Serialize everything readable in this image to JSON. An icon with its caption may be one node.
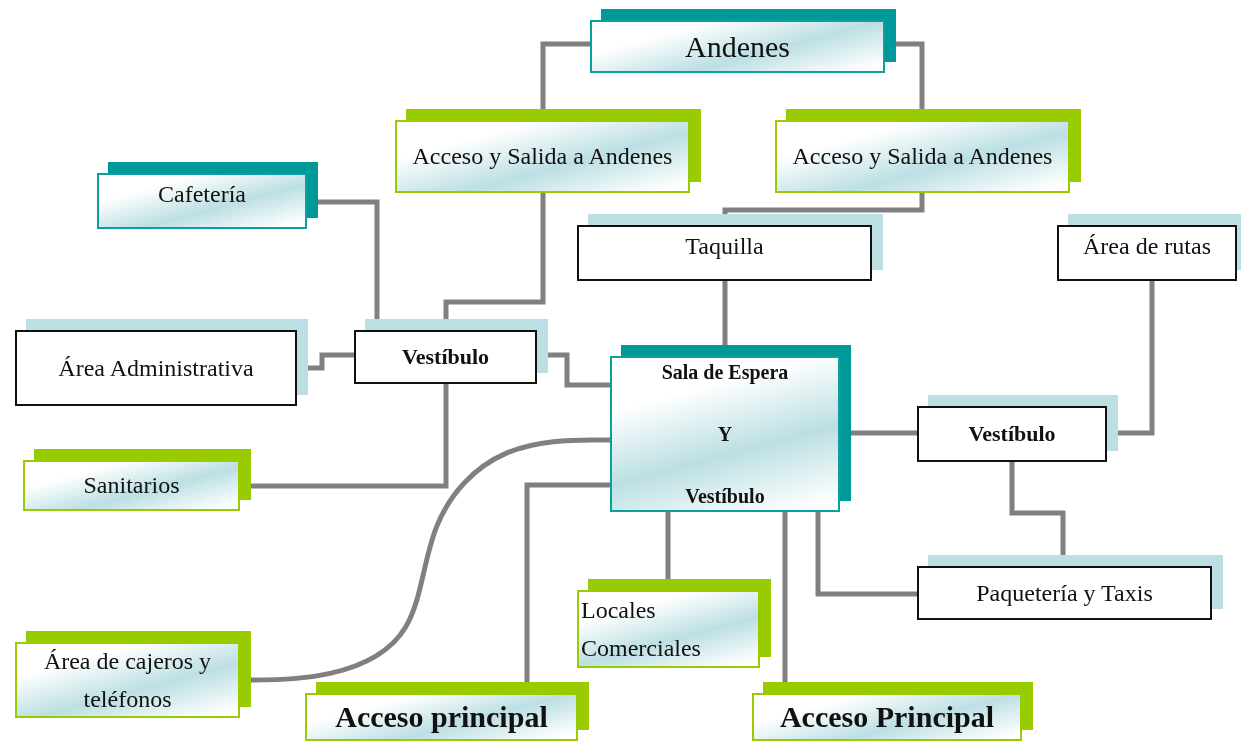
{
  "diagram": {
    "nodes": [
      {
        "text": [
          "Andenes"
        ]
      },
      {
        "text": [
          "Acceso y Salida a Andenes"
        ]
      },
      {
        "text": [
          "Acceso y Salida a Andenes"
        ]
      },
      {
        "text": [
          "Cafetería"
        ]
      },
      {
        "text": [
          "Taquilla"
        ]
      },
      {
        "text": [
          "Área de rutas"
        ]
      },
      {
        "text": [
          "Área Administrativa"
        ]
      },
      {
        "text": [
          "Vestíbulo"
        ]
      },
      {
        "text": [
          "Sala de Espera",
          "Y",
          "Vestíbulo"
        ]
      },
      {
        "text": [
          "Vestíbulo"
        ]
      },
      {
        "text": [
          "Sanitarios"
        ]
      },
      {
        "text": [
          "Locales Comerciales"
        ]
      },
      {
        "text": [
          "Paquetería y Taxis"
        ]
      },
      {
        "text": [
          "Área de cajeros y teléfonos"
        ]
      },
      {
        "text": [
          "Acceso principal"
        ]
      },
      {
        "text": [
          "Acceso Principal"
        ]
      }
    ],
    "edges": [
      {
        "from": 0,
        "to": 1,
        "arrow": "none"
      },
      {
        "from": 0,
        "to": 2,
        "arrow": "none"
      },
      {
        "from": 3,
        "to": 7,
        "arrow": "none"
      },
      {
        "from": 1,
        "to": 7,
        "arrow": "none"
      },
      {
        "from": 2,
        "to": 4,
        "arrow": "none"
      },
      {
        "from": 4,
        "to": 8,
        "arrow": "none"
      },
      {
        "from": 6,
        "to": 7,
        "arrow": "none"
      },
      {
        "from": 7,
        "to": 8,
        "arrow": "none"
      },
      {
        "from": 10,
        "to": 7,
        "arrow": "none"
      },
      {
        "from": 13,
        "to": 8,
        "arrow": "none"
      },
      {
        "from": 14,
        "to": 8,
        "arrow": "none"
      },
      {
        "from": 11,
        "to": 8,
        "arrow": "none"
      },
      {
        "from": 15,
        "to": 8,
        "arrow": "none"
      },
      {
        "from": 12,
        "to": 8,
        "arrow": "none"
      },
      {
        "from": 8,
        "to": 9,
        "arrow": "none"
      },
      {
        "from": 5,
        "to": 9,
        "arrow": "none"
      },
      {
        "from": 9,
        "to": 12,
        "arrow": "none"
      }
    ]
  }
}
